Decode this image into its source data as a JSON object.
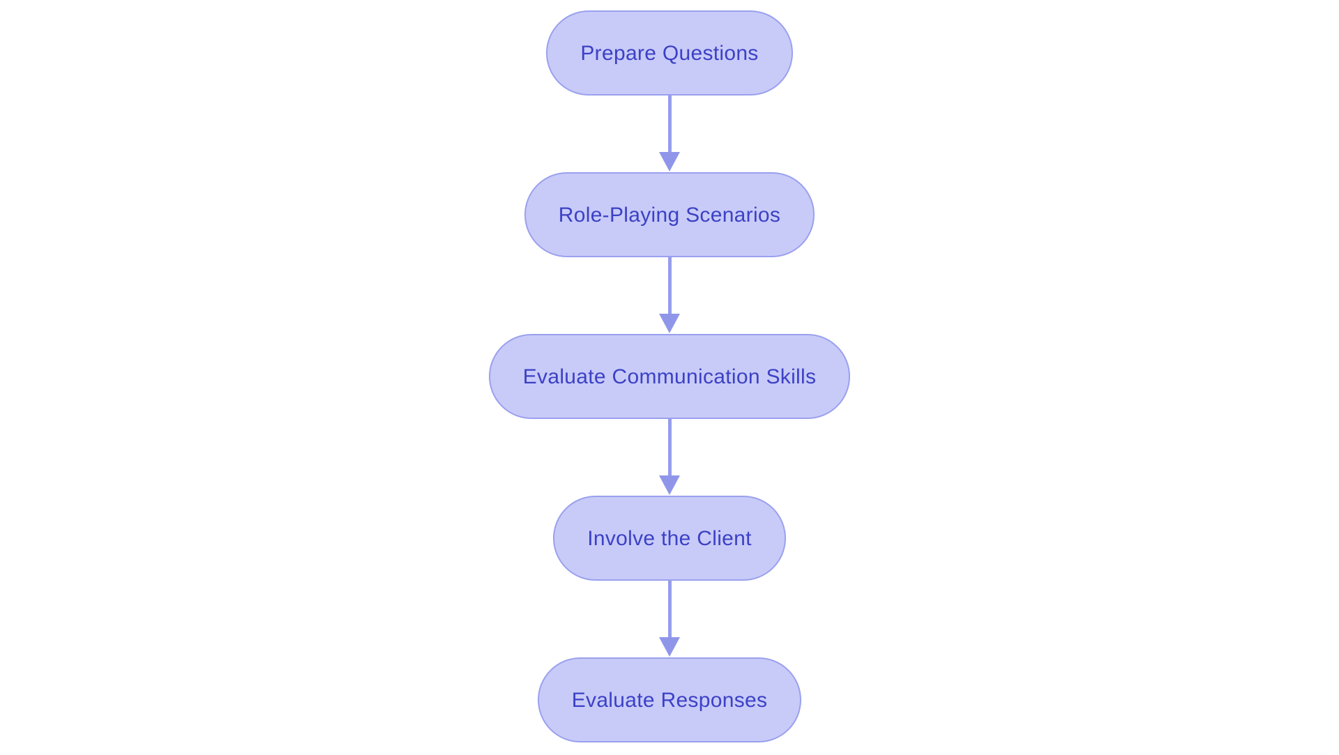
{
  "background_color": "#ffffff",
  "flowchart": {
    "type": "flowchart",
    "direction": "top-to-bottom",
    "nodes": [
      {
        "id": "n1",
        "label": "Prepare Questions"
      },
      {
        "id": "n2",
        "label": "Role-Playing Scenarios"
      },
      {
        "id": "n3",
        "label": "Evaluate Communication Skills"
      },
      {
        "id": "n4",
        "label": "Involve the Client"
      },
      {
        "id": "n5",
        "label": "Evaluate Responses"
      }
    ],
    "edges": [
      {
        "from": "n1",
        "to": "n2",
        "style": "arrow"
      },
      {
        "from": "n2",
        "to": "n3",
        "style": "arrow"
      },
      {
        "from": "n3",
        "to": "n4",
        "style": "arrow"
      },
      {
        "from": "n4",
        "to": "n5",
        "style": "arrow"
      }
    ],
    "colors": {
      "node_fill": "#c8cbf8",
      "node_border": "#9aa0ee",
      "node_text": "#3c41c5",
      "arrow_line": "#979dec",
      "arrow_head": "#8f96e9"
    }
  }
}
